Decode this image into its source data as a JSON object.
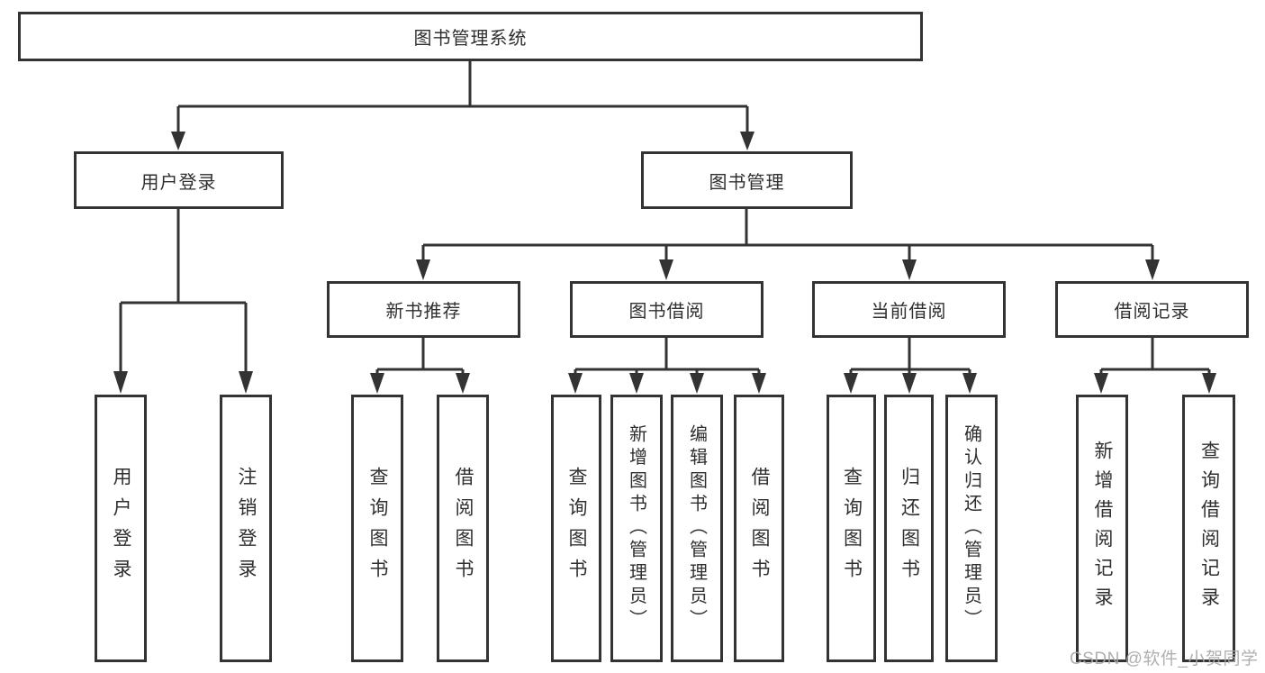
{
  "diagram_title": "图书管理系统",
  "colors": {
    "line": "#333333",
    "text": "#2f2f2f",
    "background": "#ffffff",
    "watermark": "#a8a8a8"
  },
  "nodes": {
    "root": "图书管理系统",
    "login": "用户登录",
    "mgmt": "图书管理",
    "recommend": "新书推荐",
    "borrow": "图书借阅",
    "current": "当前借阅",
    "records": "借阅记录",
    "leaf_login": "用户登录",
    "leaf_logout": "注销登录",
    "rec_query": "查询图书",
    "rec_borrow": "借阅图书",
    "bor_query": "查询图书",
    "bor_add": "新增图书（管理员）",
    "bor_edit": "编辑图书（管理员）",
    "bor_borrow": "借阅图书",
    "cur_query": "查询图书",
    "cur_return": "归还图书",
    "cur_confirm": "确认归还（管理员）",
    "recd_add": "新增借阅记录",
    "recd_query": "查询借阅记录"
  },
  "watermark": {
    "text": "CSDN @软件_小贺同学"
  }
}
